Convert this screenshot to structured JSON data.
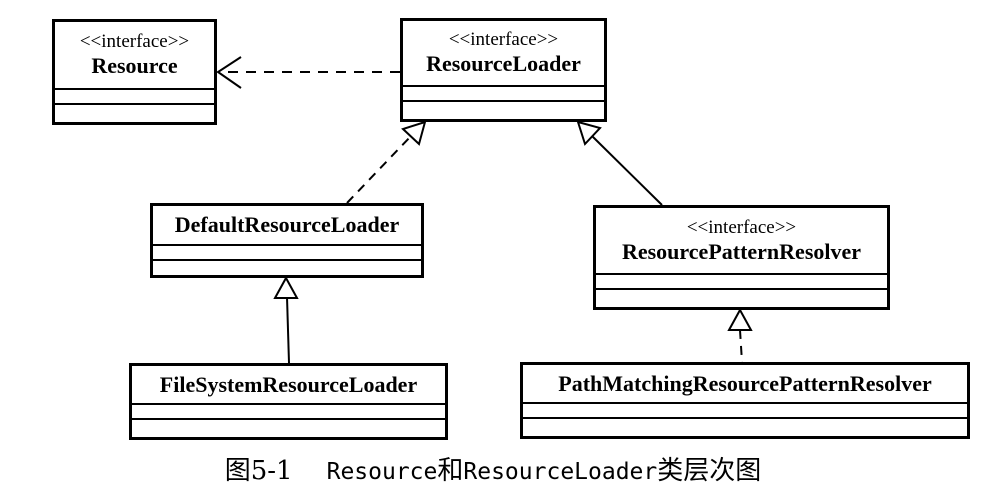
{
  "figure": {
    "kind": "uml-class-diagram",
    "colors": {
      "line": "#000000",
      "background": "#ffffff"
    }
  },
  "diagram": {
    "classes": [
      {
        "id": "resource",
        "stereotype": "<<interface>>",
        "name": "Resource"
      },
      {
        "id": "resource-loader",
        "stereotype": "<<interface>>",
        "name": "ResourceLoader"
      },
      {
        "id": "default-resource-loader",
        "stereotype": "",
        "name": "DefaultResourceLoader"
      },
      {
        "id": "resource-pattern-resolver",
        "stereotype": "<<interface>>",
        "name": "ResourcePatternResolver"
      },
      {
        "id": "file-system-resource-loader",
        "stereotype": "",
        "name": "FileSystemResourceLoader"
      },
      {
        "id": "path-matching-resource-pattern-resolver",
        "stereotype": "",
        "name": "PathMatchingResourcePatternResolver"
      }
    ],
    "relations": [
      {
        "from": "ResourceLoader",
        "to": "Resource",
        "type": "dependency",
        "line": "dashed",
        "head": "open-arrow"
      },
      {
        "from": "DefaultResourceLoader",
        "to": "ResourceLoader",
        "type": "realization",
        "line": "dashed",
        "head": "hollow-triangle"
      },
      {
        "from": "ResourcePatternResolver",
        "to": "ResourceLoader",
        "type": "generalization",
        "line": "solid",
        "head": "hollow-triangle"
      },
      {
        "from": "FileSystemResourceLoader",
        "to": "DefaultResourceLoader",
        "type": "generalization",
        "line": "solid",
        "head": "hollow-triangle"
      },
      {
        "from": "PathMatchingResourcePatternResolver",
        "to": "ResourcePatternResolver",
        "type": "realization",
        "line": "dashed",
        "head": "hollow-triangle"
      }
    ]
  },
  "caption": {
    "label": "图5-1",
    "parts": [
      {
        "text": "Resource"
      },
      {
        "text": "和"
      },
      {
        "text": "ResourceLoader"
      },
      {
        "text": "类层次图"
      }
    ]
  }
}
